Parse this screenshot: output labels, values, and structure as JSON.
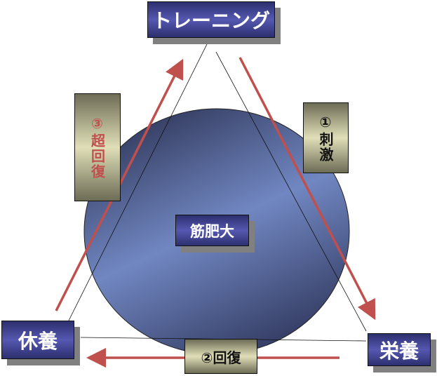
{
  "nodes": {
    "training": "トレーニング",
    "rest": "休養",
    "nutrition": "栄養",
    "hypertrophy": "筋肥大"
  },
  "steps": {
    "stimulus": "①刺激",
    "recovery": "②回復",
    "supercompensation": "③超回復"
  },
  "colors": {
    "arrow": "#c0504d",
    "node": "#3a3d8f",
    "label_box": "#d8d7ae",
    "circle": "#6f86c0"
  }
}
